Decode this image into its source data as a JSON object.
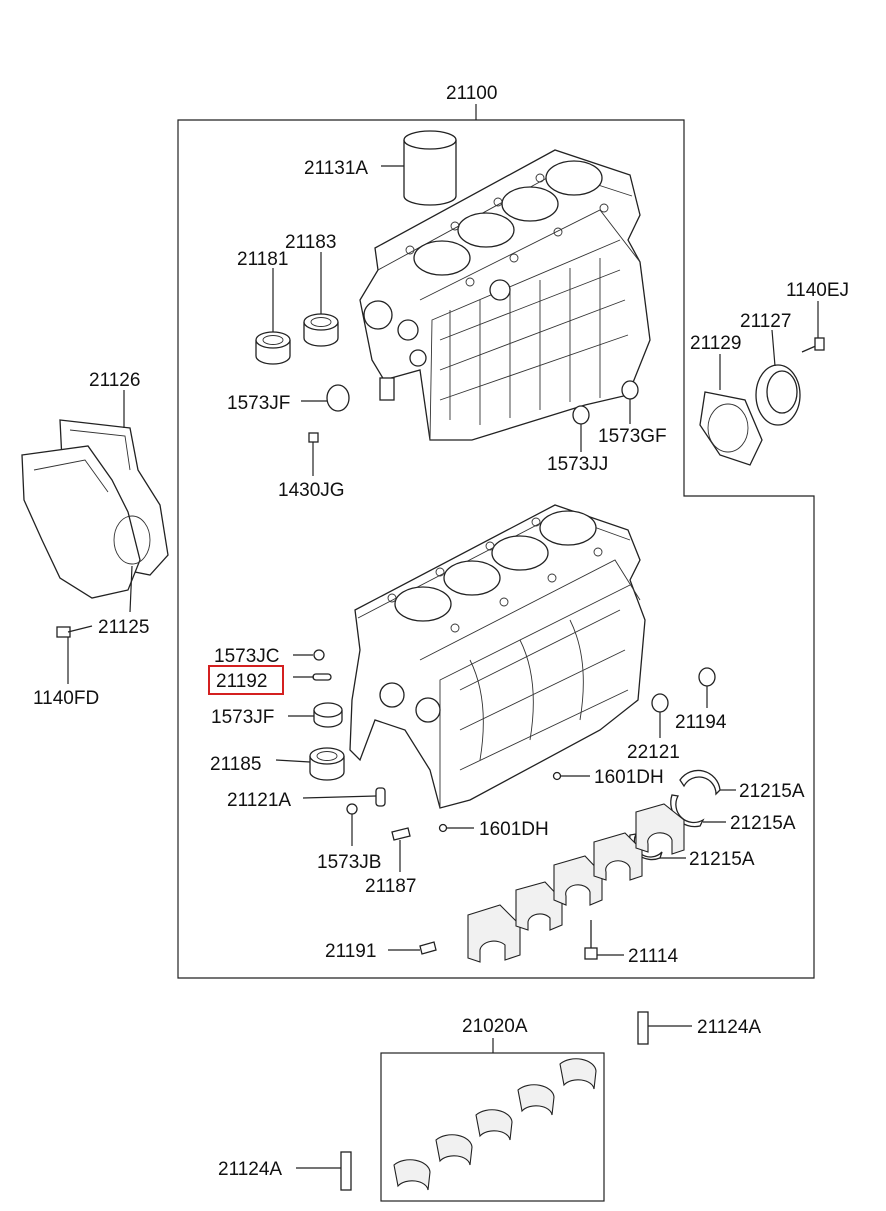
{
  "highlight_color": "#d42020",
  "labels": {
    "p21100": "21100",
    "p21131A": "21131A",
    "p21183": "21183",
    "p21181": "21181",
    "p1573JF_top": "1573JF",
    "p1430JG": "1430JG",
    "p1573JJ": "1573JJ",
    "p1573GF": "1573GF",
    "p1140EJ": "1140EJ",
    "p21127": "21127",
    "p21129": "21129",
    "p21126": "21126",
    "p21125": "21125",
    "p1140FD": "1140FD",
    "p1573JC": "1573JC",
    "p21192": "21192",
    "p1573JF_mid": "1573JF",
    "p21185": "21185",
    "p21121A": "21121A",
    "p1573JB": "1573JB",
    "p21187": "21187",
    "p1601DH_a": "1601DH",
    "p1601DH_b": "1601DH",
    "p22121": "22121",
    "p21194": "21194",
    "p21215A_a": "21215A",
    "p21215A_b": "21215A",
    "p21215A_c": "21215A",
    "p21191": "21191",
    "p21114": "21114",
    "p21020A": "21020A",
    "p21124A_a": "21124A",
    "p21124A_b": "21124A"
  }
}
